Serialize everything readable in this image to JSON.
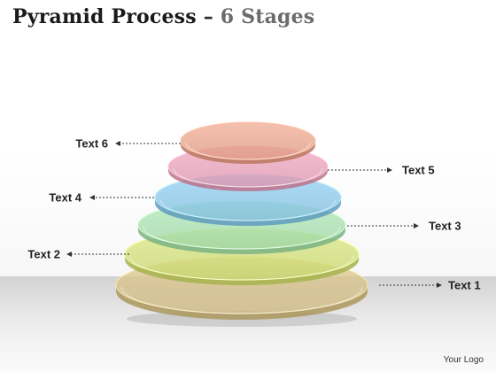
{
  "title": {
    "main": "Pyramid Process",
    "separator": "–",
    "accent": "6 Stages"
  },
  "stages": [
    {
      "label": "Text 1",
      "color": "#d9c38a"
    },
    {
      "label": "Text 2",
      "color": "#d3e07a"
    },
    {
      "label": "Text 3",
      "color": "#a8e0b0"
    },
    {
      "label": "Text 4",
      "color": "#8cc8ea"
    },
    {
      "label": "Text 5",
      "color": "#e8a0b8"
    },
    {
      "label": "Text 6",
      "color": "#e8a48c"
    }
  ],
  "footer": {
    "logo": "Your Logo"
  }
}
